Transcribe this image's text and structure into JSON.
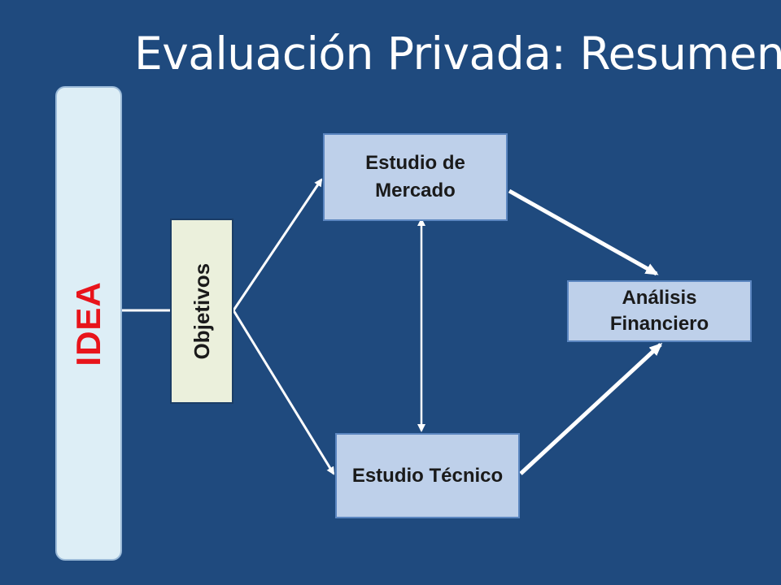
{
  "slide": {
    "title": "Evaluación Privada: Resumen"
  },
  "diagram": {
    "idea": {
      "label": "IDEA",
      "color": "#e8141b"
    },
    "objetivos": {
      "label": "Objetivos"
    },
    "estudio_mercado": {
      "line1": "Estudio de",
      "line2": "Mercado"
    },
    "estudio_tecnico": {
      "label": "Estudio Técnico"
    },
    "analisis_financiero": {
      "line1": "Análisis",
      "line2": "Financiero"
    }
  },
  "colors": {
    "background": "#1f4a7e",
    "box_fill": "#bed0ea",
    "idea_fill": "#ddeef6",
    "objetivos_fill": "#ebf0dc",
    "arrow": "#ffffff"
  }
}
